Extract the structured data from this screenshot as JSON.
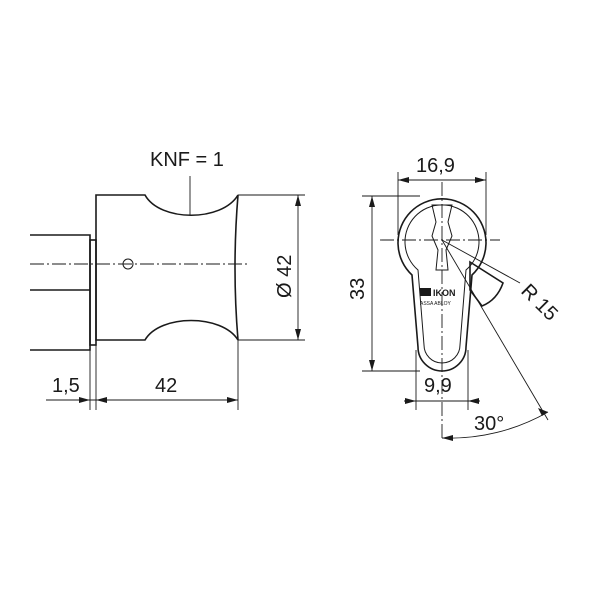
{
  "labels": {
    "knf": "KNF = 1",
    "diameter": "Ø 42",
    "len_15": "1,5",
    "len_42": "42",
    "width_169": "16,9",
    "width_99": "9,9",
    "height_33": "33",
    "radius": "R 15",
    "angle": "30°"
  },
  "logo": {
    "brand": "IKON",
    "sub": "ASSA ABLOY"
  }
}
